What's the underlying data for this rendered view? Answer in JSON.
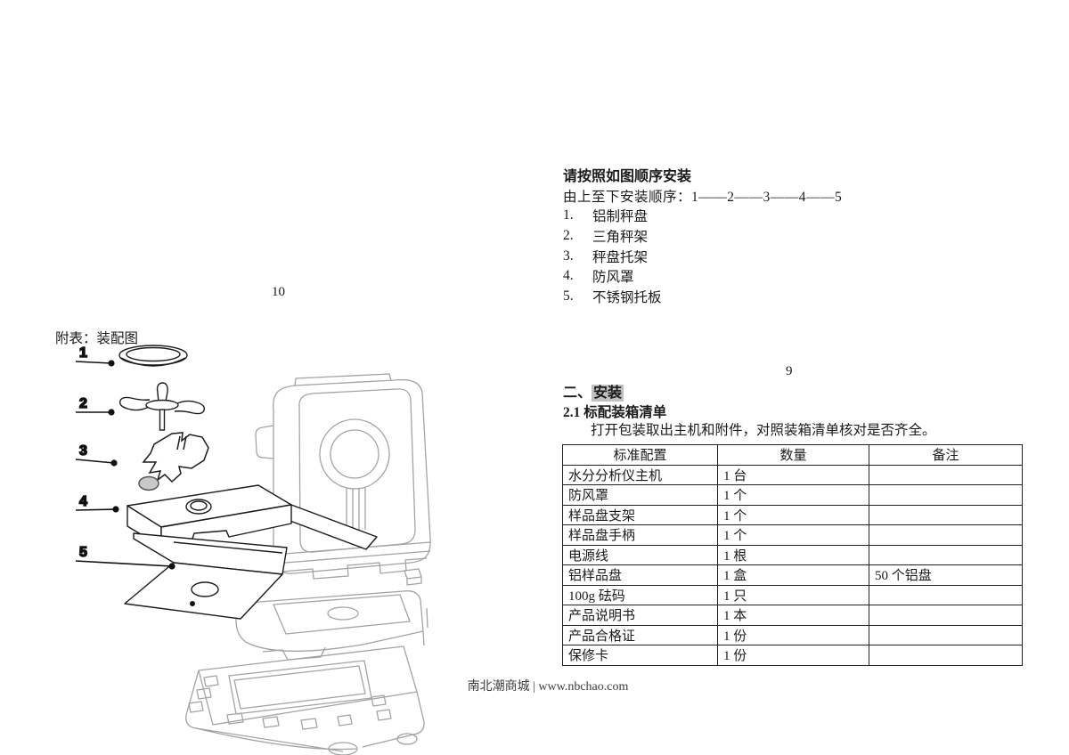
{
  "left_page": {
    "page_number": "10",
    "diagram_caption": "附表：装配图",
    "part_labels": [
      "1",
      "2",
      "3",
      "4",
      "5"
    ]
  },
  "right_page": {
    "page_number": "9",
    "install_heading": "请按照如图顺序安装",
    "install_order_line": "由上至下安装顺序：1——2——3——4——5",
    "install_steps": [
      {
        "num": "1.",
        "label": "铝制秤盘"
      },
      {
        "num": "2.",
        "label": "三角秤架"
      },
      {
        "num": "3.",
        "label": "秤盘托架"
      },
      {
        "num": "4.",
        "label": "防风罩"
      },
      {
        "num": "5.",
        "label": "不锈钢托板"
      }
    ],
    "section_heading_prefix": "二、",
    "section_heading_highlight": "安装",
    "subsection_heading": "2.1 标配装箱清单",
    "intro_text": "打开包装取出主机和附件，对照装箱清单核对是否齐全。",
    "packing_table": {
      "headers": [
        "标准配置",
        "数量",
        "备注"
      ],
      "rows": [
        [
          "水分分析仪主机",
          "1 台",
          ""
        ],
        [
          "防风罩",
          "1 个",
          ""
        ],
        [
          "样品盘支架",
          "1 个",
          ""
        ],
        [
          "样品盘手柄",
          "1 个",
          ""
        ],
        [
          "电源线",
          "1 根",
          ""
        ],
        [
          "铝样品盘",
          "1 盒",
          "50 个铝盘"
        ],
        [
          "100g 砝码",
          "1 只",
          ""
        ],
        [
          "产品说明书",
          "1 本",
          ""
        ],
        [
          "产品合格证",
          "1 份",
          ""
        ],
        [
          "保修卡",
          "1 份",
          ""
        ]
      ]
    }
  },
  "footer": {
    "watermark": "南北潮商城 | www.nbchao.com"
  },
  "colors": {
    "section_highlight": "#c0c0c0",
    "machine_line": "#a3a3a3",
    "part_line": "#1b1b1b",
    "handle_pad_fill": "#c9c9c9"
  }
}
